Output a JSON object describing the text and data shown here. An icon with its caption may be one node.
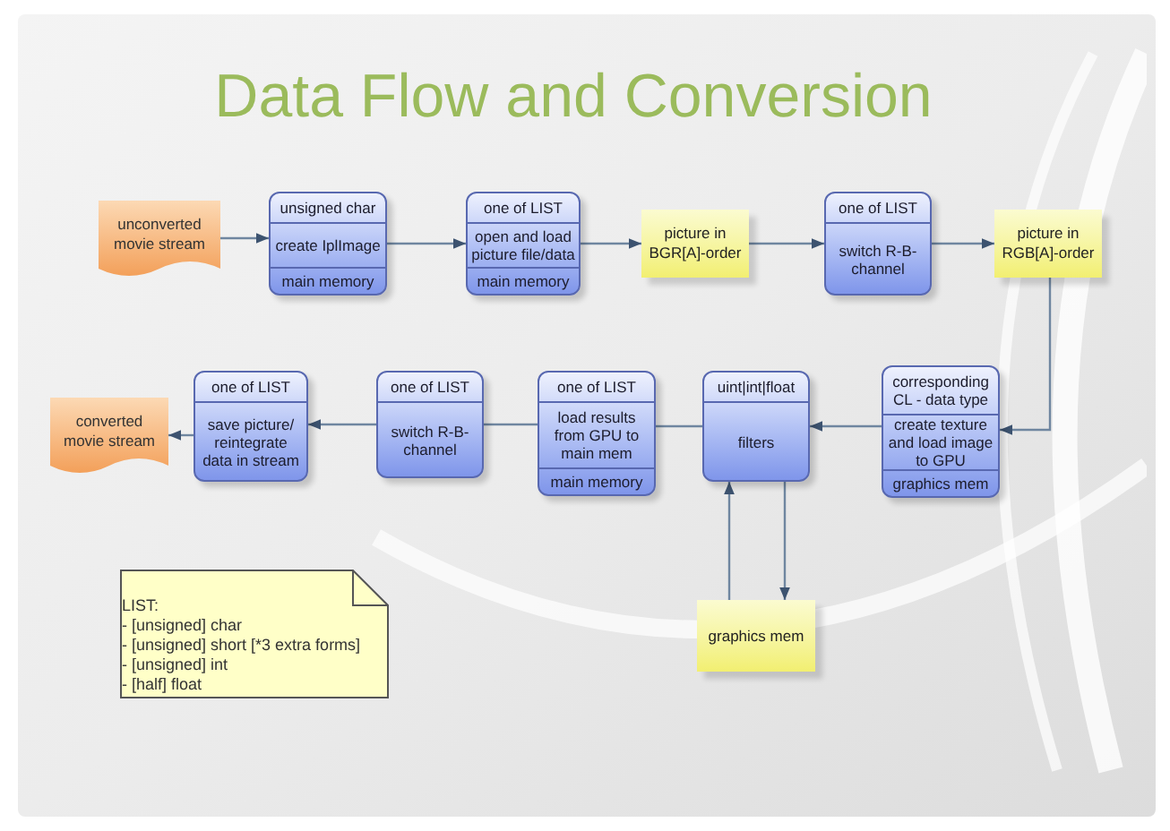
{
  "diagram": {
    "title": "Data Flow and Conversion",
    "nodes": [
      {
        "text": [
          "unconverted movie stream"
        ]
      },
      {
        "text": [
          "unsigned char",
          "create IplImage",
          "main memory"
        ]
      },
      {
        "text": [
          "one of LIST",
          "open and load picture file/data",
          "main memory"
        ]
      },
      {
        "text": [
          "picture in BGR[A]-order"
        ]
      },
      {
        "text": [
          "one of LIST",
          "switch R-B-channel"
        ]
      },
      {
        "text": [
          "picture in RGB[A]-order"
        ]
      },
      {
        "text": [
          "corresponding CL - data type",
          "create texture and load image to GPU",
          "graphics mem"
        ]
      },
      {
        "text": [
          "uint|int|float",
          "filters"
        ]
      },
      {
        "text": [
          "one of LIST",
          "load results from GPU to main mem",
          "main memory"
        ]
      },
      {
        "text": [
          "one of LIST",
          "switch R-B-channel"
        ]
      },
      {
        "text": [
          "one of LIST",
          "save picture/ reintegrate data in stream"
        ]
      },
      {
        "text": [
          "converted movie stream"
        ]
      },
      {
        "text": [
          "graphics mem"
        ]
      },
      {
        "text": [
          "LIST:",
          "- [unsigned] char",
          "- [unsigned] short [*3 extra forms]",
          "- [unsigned] int",
          "- [half] float"
        ]
      }
    ],
    "edges": [
      {
        "from": 0,
        "to": 1,
        "arrow": "to"
      },
      {
        "from": 1,
        "to": 2,
        "arrow": "to"
      },
      {
        "from": 2,
        "to": 3,
        "arrow": "to"
      },
      {
        "from": 3,
        "to": 4,
        "arrow": "to"
      },
      {
        "from": 4,
        "to": 5,
        "arrow": "to"
      },
      {
        "from": 5,
        "to": 6,
        "arrow": "to"
      },
      {
        "from": 6,
        "to": 7,
        "arrow": "to"
      },
      {
        "from": 7,
        "to": 8,
        "arrow": "none"
      },
      {
        "from": 8,
        "to": 9,
        "arrow": "none"
      },
      {
        "from": 9,
        "to": 10,
        "arrow": "to"
      },
      {
        "from": 10,
        "to": 11,
        "arrow": "to"
      },
      {
        "from": 12,
        "to": 7,
        "arrow": "to"
      },
      {
        "from": 7,
        "to": 12,
        "arrow": "to"
      }
    ]
  }
}
